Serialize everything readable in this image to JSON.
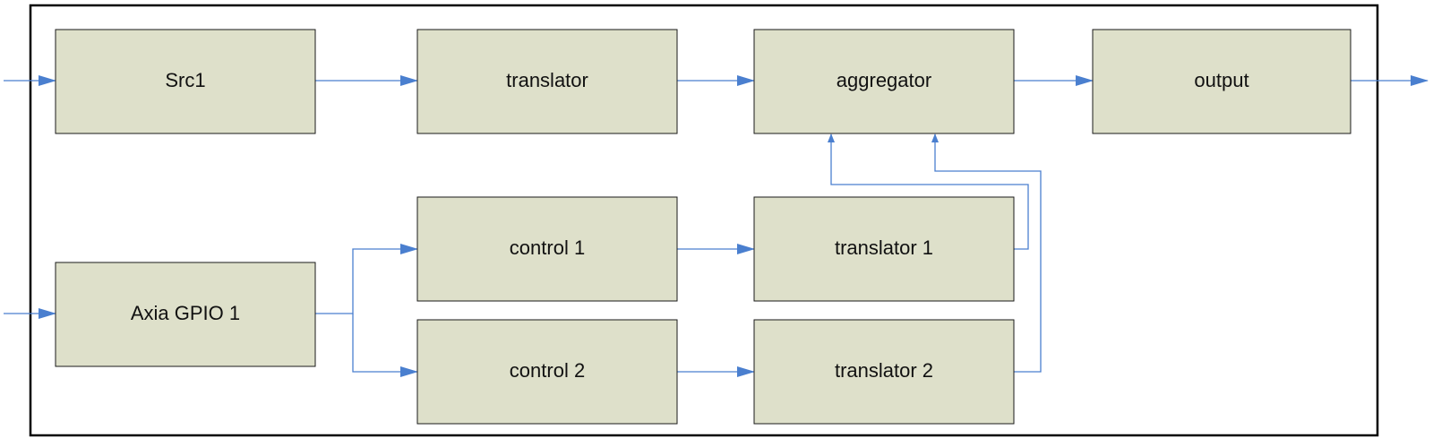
{
  "blocks": {
    "src1": "Src1",
    "translator": "translator",
    "aggregator": "aggregator",
    "output": "output",
    "axia_gpio_1": "Axia GPIO 1",
    "control_1": "control 1",
    "control_2": "control 2",
    "translator_1": "translator 1",
    "translator_2": "translator 2"
  },
  "colors": {
    "block_fill": "#dee0ca",
    "wire": "#4a7fcf",
    "frame": "#000000"
  }
}
